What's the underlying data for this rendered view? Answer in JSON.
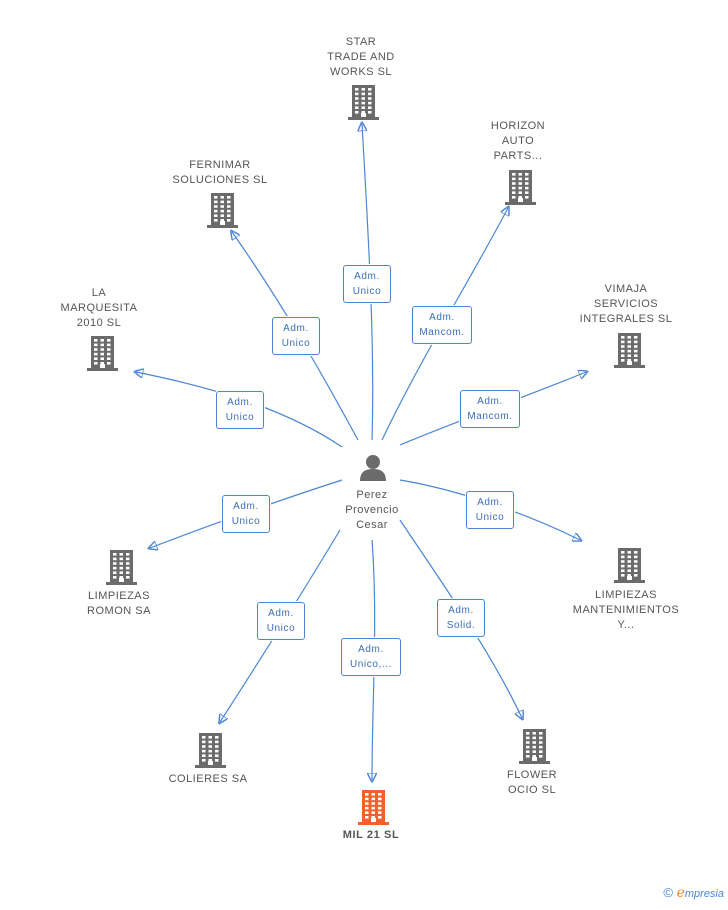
{
  "center": {
    "lines": [
      "Perez",
      "Provencio",
      "Cesar"
    ],
    "icon": "person-icon"
  },
  "companies": [
    {
      "id": "star",
      "lines": [
        "STAR",
        "TRADE AND",
        "WORKS  SL"
      ],
      "role": [
        "Adm.",
        "Unico"
      ]
    },
    {
      "id": "horizon",
      "lines": [
        "HORIZON",
        "AUTO",
        "PARTS..."
      ],
      "role": [
        "Adm.",
        "Mancom."
      ]
    },
    {
      "id": "fernimar",
      "lines": [
        "FERNIMAR",
        "SOLUCIONES SL"
      ],
      "role": [
        "Adm.",
        "Unico"
      ]
    },
    {
      "id": "vimaja",
      "lines": [
        "VIMAJA",
        "SERVICIOS",
        "INTEGRALES SL"
      ],
      "role": [
        "Adm.",
        "Mancom."
      ]
    },
    {
      "id": "marquesita",
      "lines": [
        "LA",
        "MARQUESITA",
        "2010 SL"
      ],
      "role": [
        "Adm.",
        "Unico"
      ]
    },
    {
      "id": "romon",
      "lines": [
        "LIMPIEZAS",
        "ROMON SA"
      ],
      "role": [
        "Adm.",
        "Unico"
      ]
    },
    {
      "id": "mantenimientos",
      "lines": [
        "LIMPIEZAS",
        "MANTENIMIENTOS",
        "Y..."
      ],
      "role": [
        "Adm.",
        "Unico"
      ]
    },
    {
      "id": "colieres",
      "lines": [
        "COLIERES SA"
      ],
      "role": [
        "Adm.",
        "Unico"
      ]
    },
    {
      "id": "flower",
      "lines": [
        "FLOWER",
        "OCIO  SL"
      ],
      "role": [
        "Adm.",
        "Solid."
      ]
    },
    {
      "id": "mil21",
      "lines": [
        "MIL 21  SL"
      ],
      "role": [
        "Adm.",
        "Unico,..."
      ],
      "highlight": true
    }
  ],
  "footer": {
    "copyright": "©",
    "brand_e": "e",
    "brand_rest": "mpresia"
  },
  "colors": {
    "line": "#4a86d2",
    "building": "#6b6b6b",
    "highlight": "#f0622d"
  }
}
